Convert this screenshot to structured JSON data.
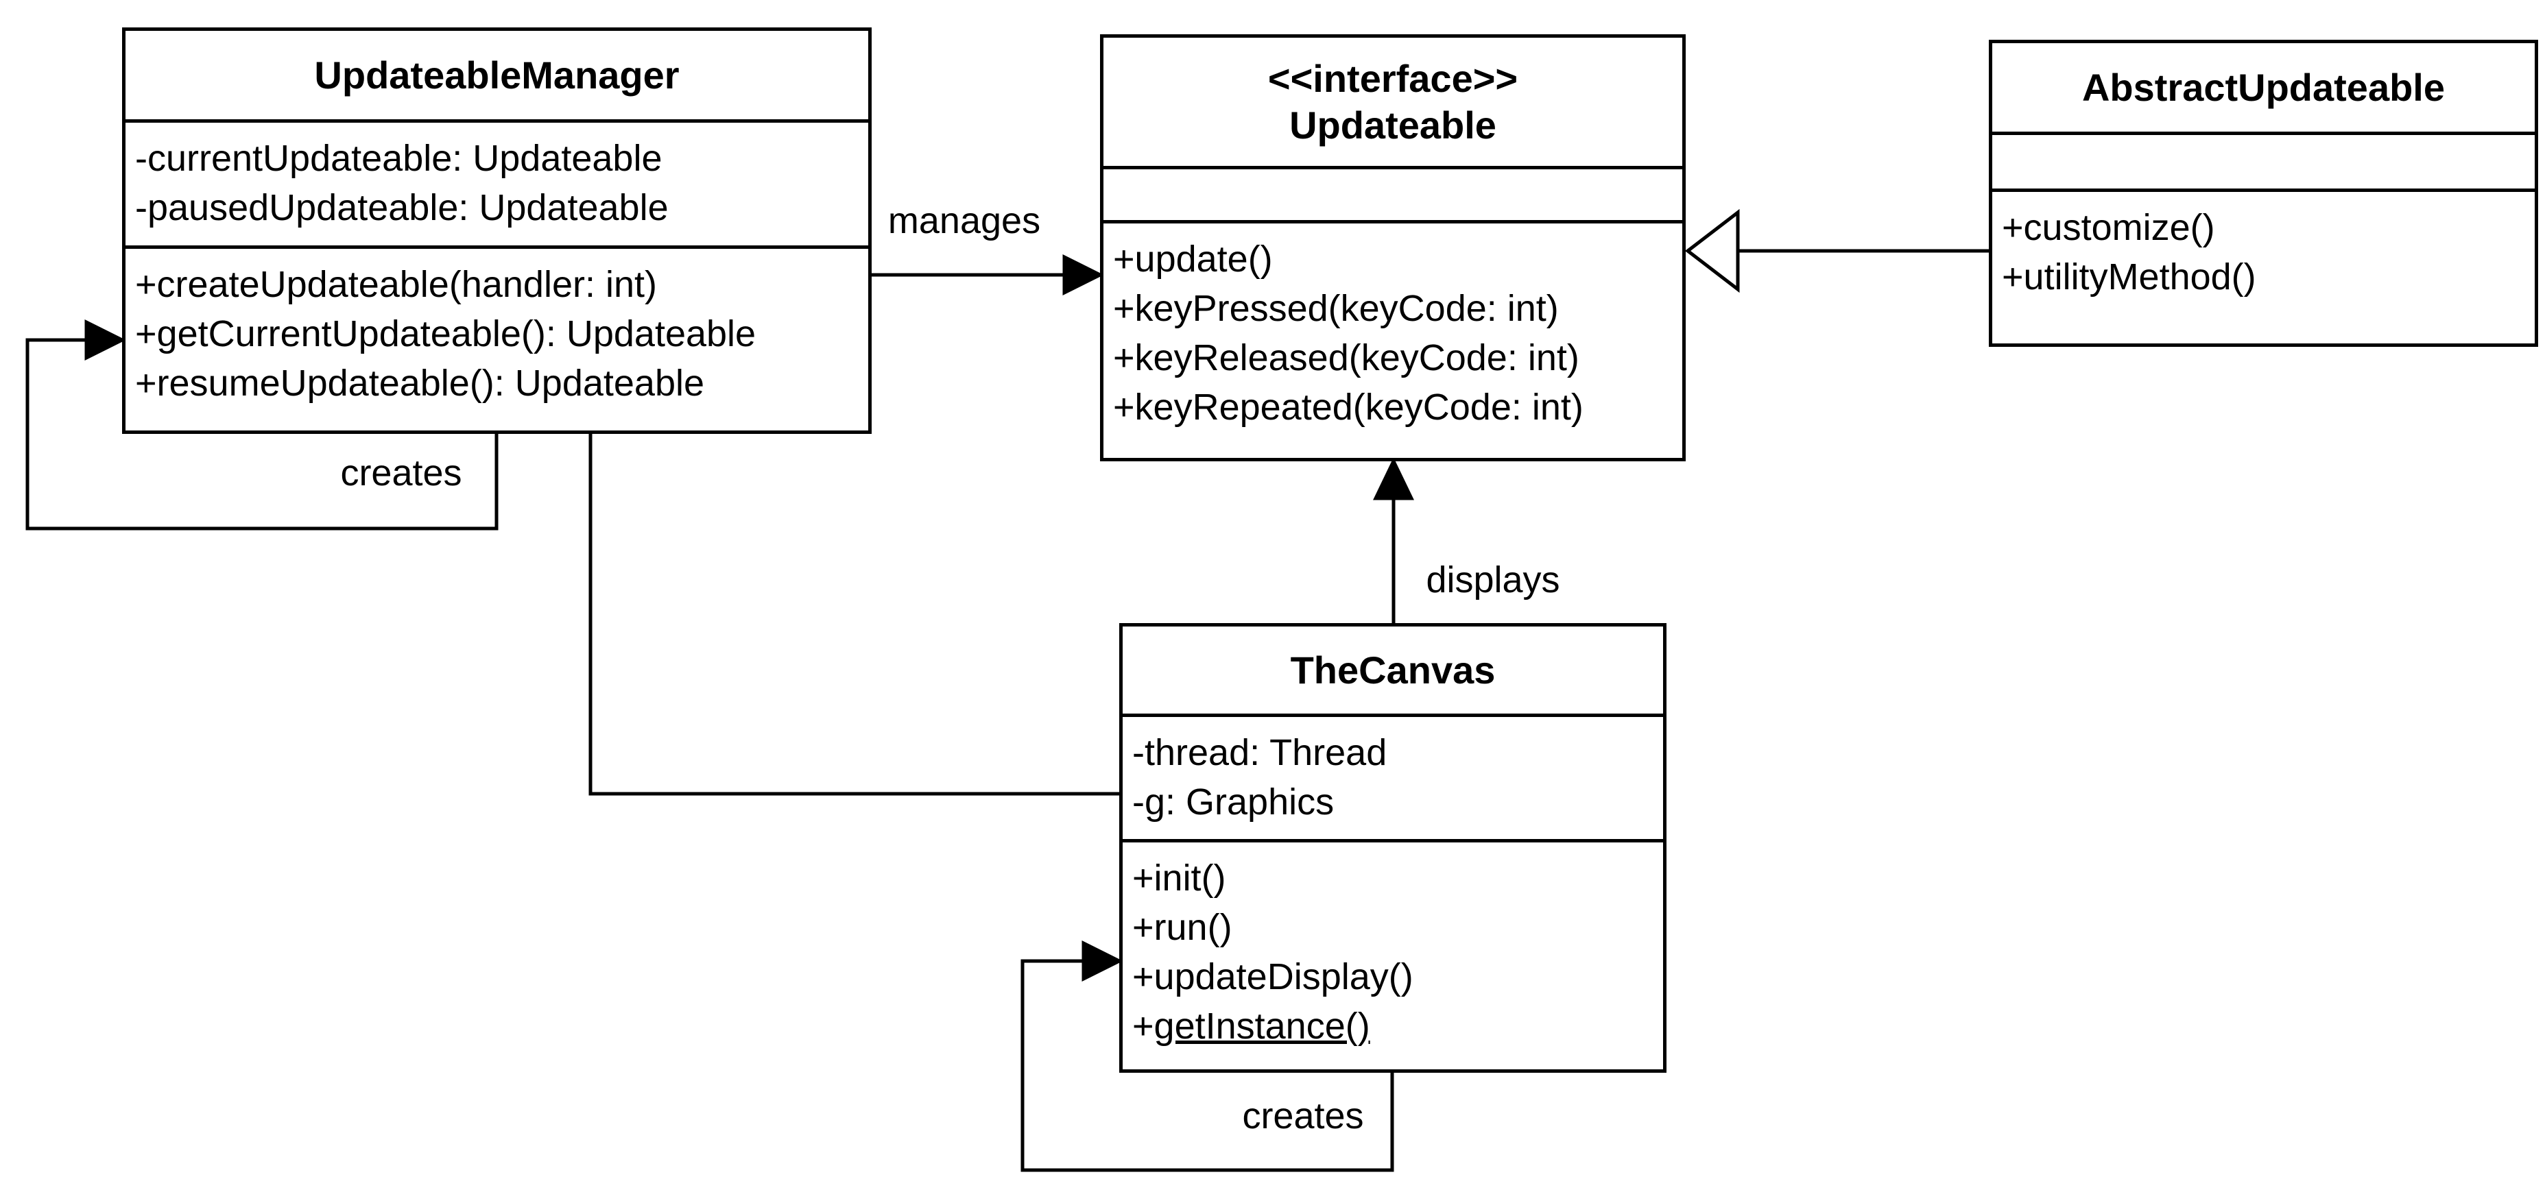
{
  "diagram": {
    "background_color": "#ffffff",
    "line_color": "#000000",
    "classes": [
      {
        "name": "UpdateableManager",
        "stereotype": "",
        "attributes": [
          "-currentUpdateable: Updateable",
          "-pausedUpdateable: Updateable"
        ],
        "methods": [
          "+createUpdateable(handler: int)",
          "+getCurrentUpdateable(): Updateable",
          "+resumeUpdateable(): Updateable"
        ]
      },
      {
        "name": "Updateable",
        "stereotype": "<<interface>>",
        "attributes": [],
        "methods": [
          "+update()",
          "+keyPressed(keyCode: int)",
          "+keyReleased(keyCode: int)",
          "+keyRepeated(keyCode: int)"
        ]
      },
      {
        "name": "AbstractUpdateable",
        "stereotype": "",
        "attributes": [],
        "methods": [
          "+customize()",
          "+utilityMethod()"
        ]
      },
      {
        "name": "TheCanvas",
        "stereotype": "",
        "attributes": [
          "-thread: Thread",
          "-g: Graphics"
        ],
        "methods": [
          "+init()",
          "+run()",
          "+updateDisplay()",
          {
            "prefix": "+",
            "text": "getInstance()",
            "underline": true
          }
        ]
      }
    ],
    "relationships": [
      {
        "type": "association",
        "from": "UpdateableManager",
        "to": "Updateable",
        "label": "manages"
      },
      {
        "type": "self-association",
        "from": "UpdateableManager",
        "to": "UpdateableManager",
        "label": "creates"
      },
      {
        "type": "association",
        "from": "UpdateableManager",
        "to": "TheCanvas",
        "label": ""
      },
      {
        "type": "association",
        "from": "TheCanvas",
        "to": "Updateable",
        "label": "displays"
      },
      {
        "type": "self-association",
        "from": "TheCanvas",
        "to": "TheCanvas",
        "label": "creates"
      },
      {
        "type": "realization",
        "from": "AbstractUpdateable",
        "to": "Updateable",
        "label": ""
      }
    ]
  }
}
